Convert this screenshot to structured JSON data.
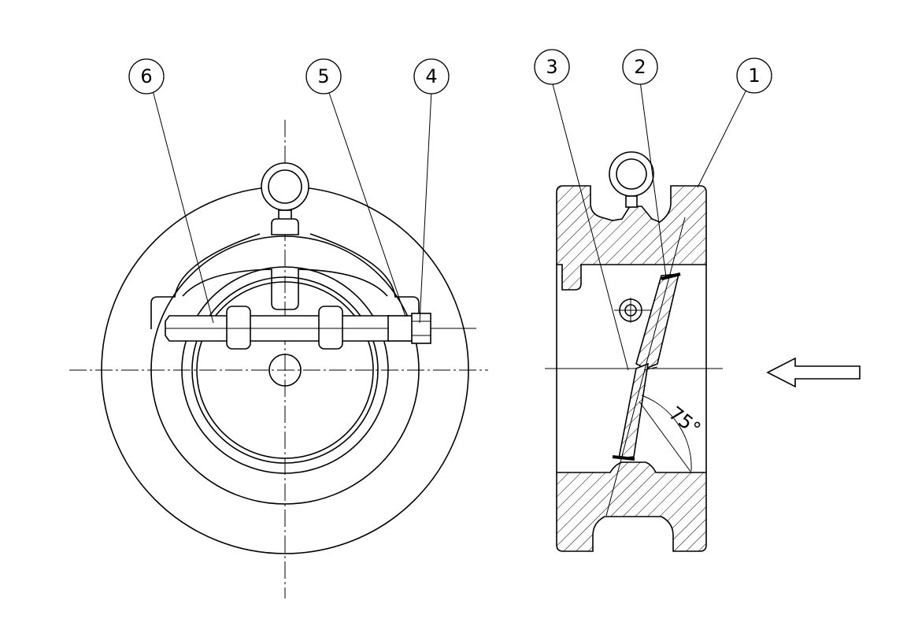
{
  "callouts": {
    "c1": "1",
    "c2": "2",
    "c3": "3",
    "c4": "4",
    "c5": "5",
    "c6": "6"
  },
  "angle_label": "75°"
}
